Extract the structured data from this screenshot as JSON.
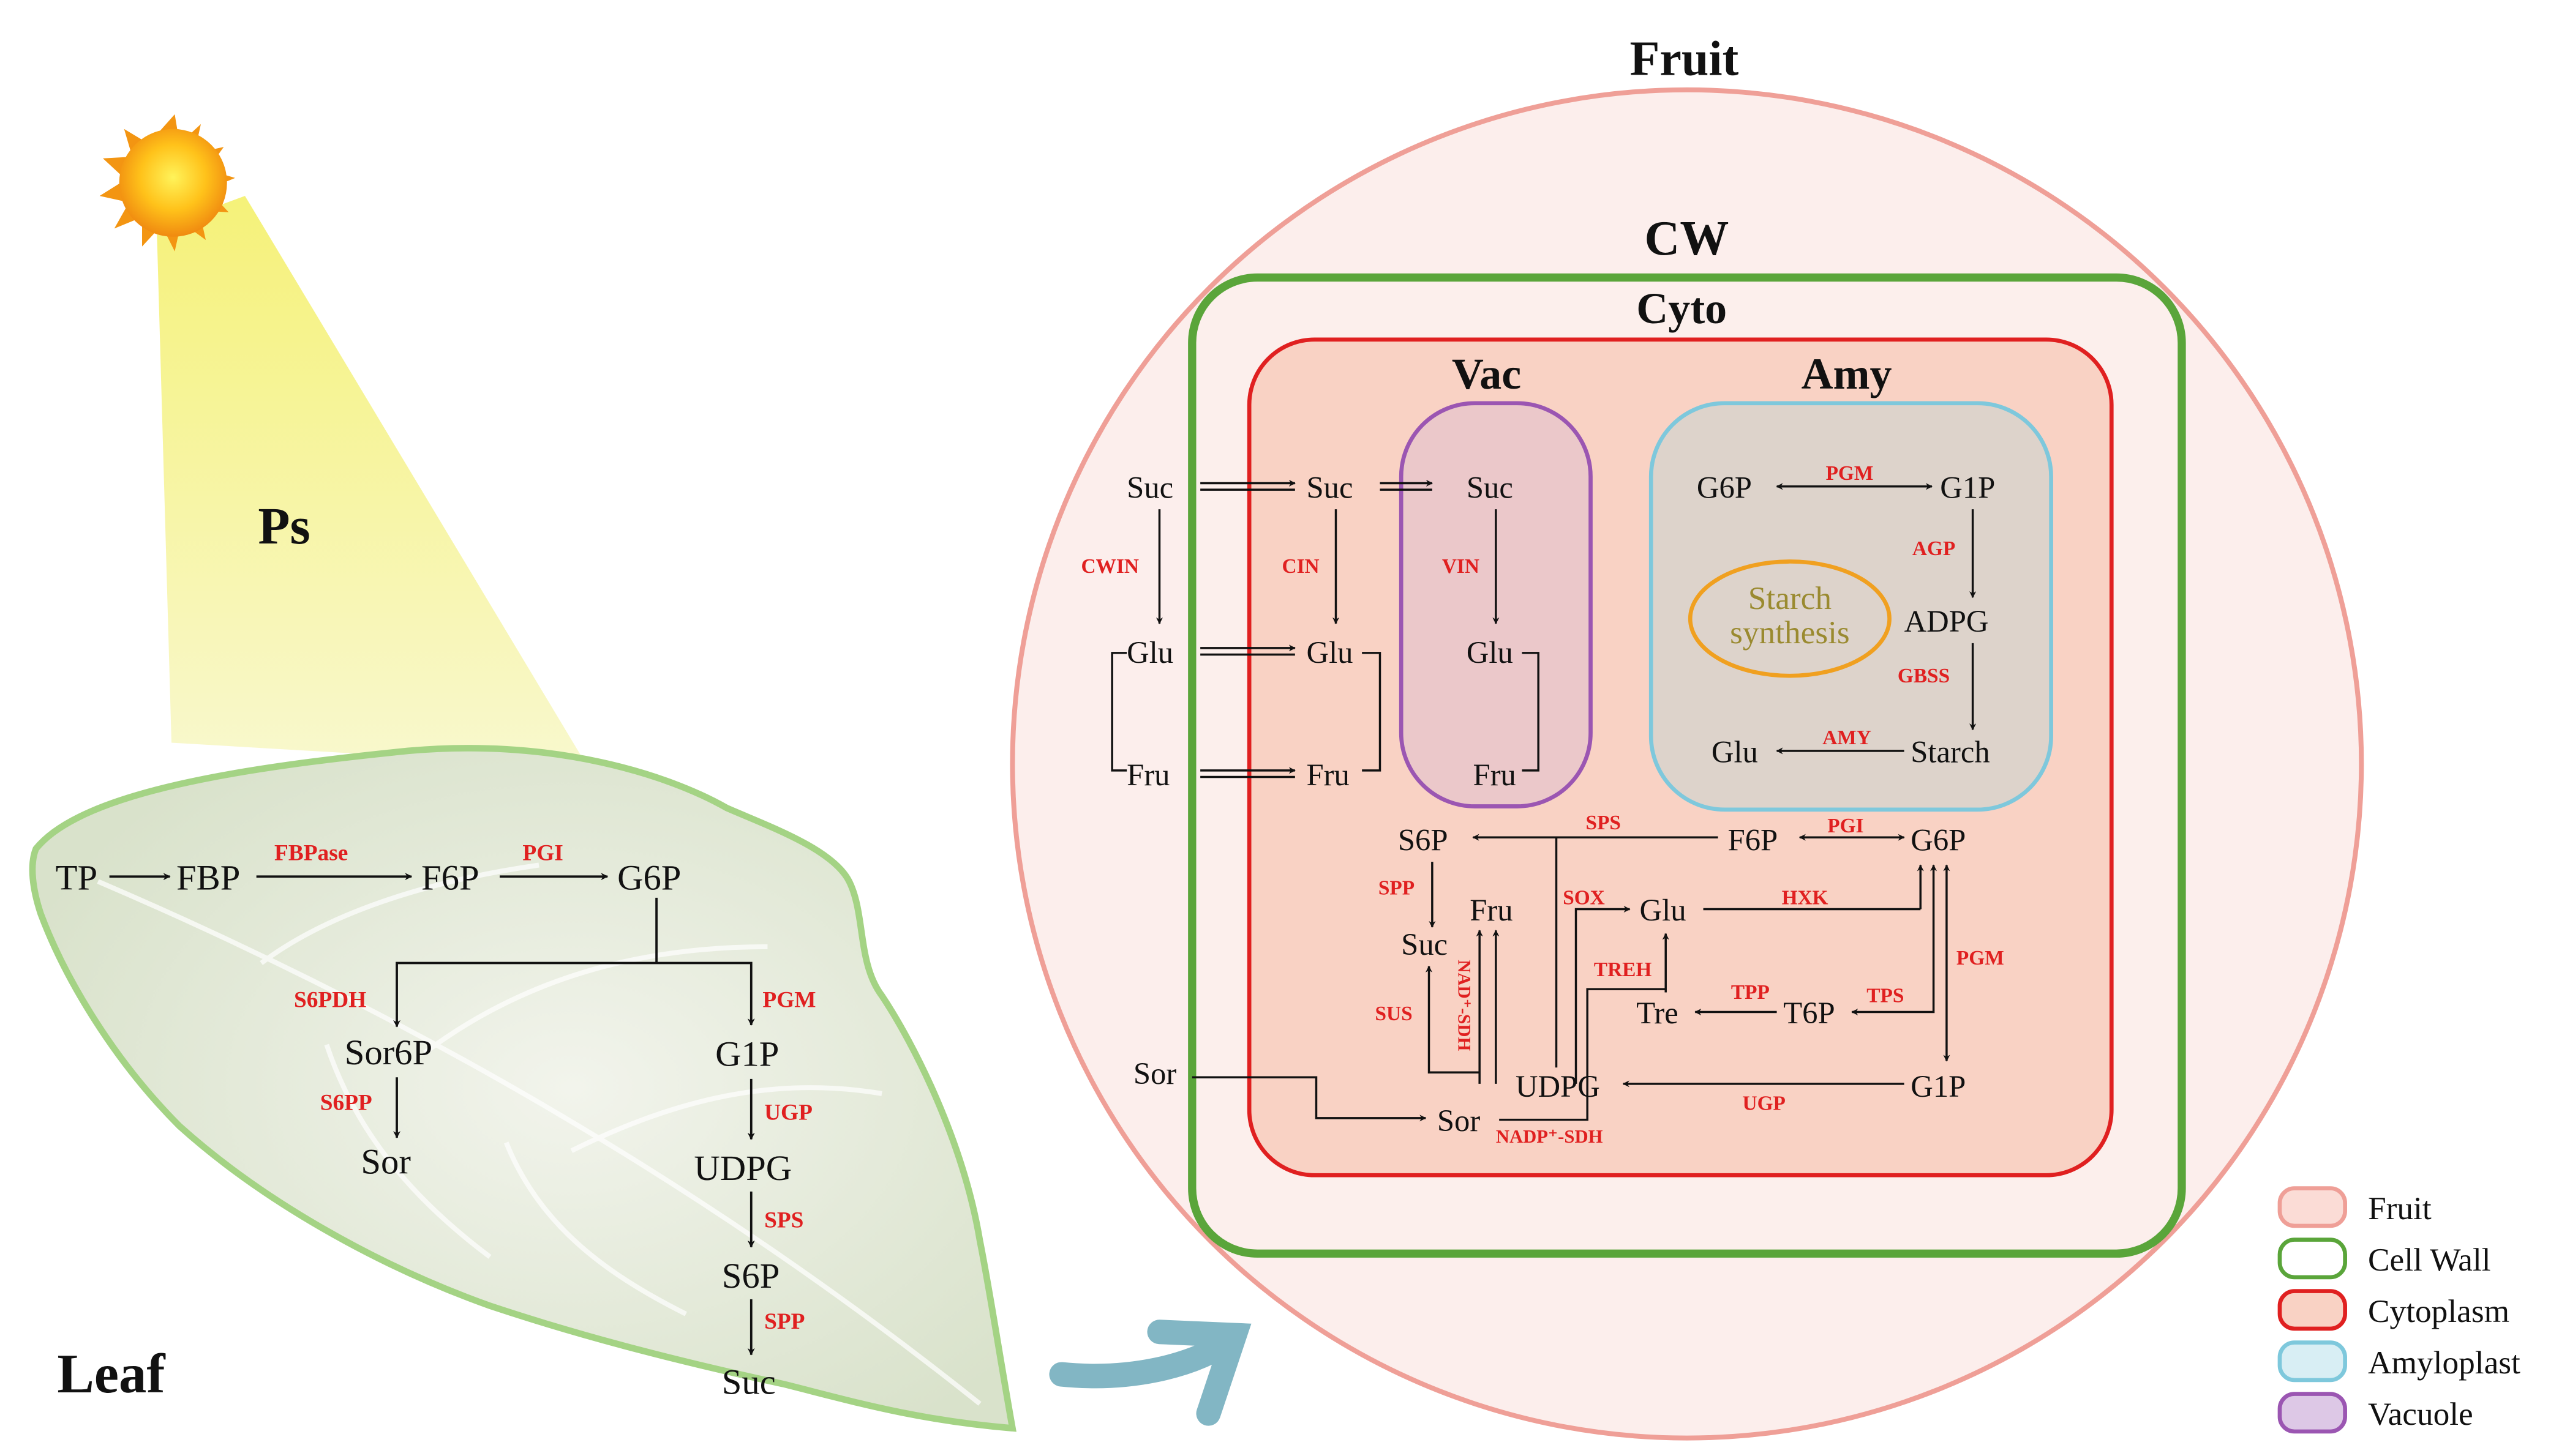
{
  "colors": {
    "enzyme": "#e02020",
    "text": "#111111",
    "fruit_fill": "#fceeec",
    "fruit_stroke": "#ef9f97",
    "cell_wall_stroke": "#5aa53a",
    "cytoplasm_fill": "#f9d2c4",
    "cytoplasm_stroke": "#e02020",
    "amyloplast_fill": "#ddd3cb",
    "amyloplast_stroke": "#7ec8dc",
    "vacuole_fill": "#ebc8ca",
    "vacuole_stroke": "#9b56b2",
    "starch_text": "#9a8a30",
    "starch_ring": "#f0a020",
    "leaf_fill": "#e6ebdd",
    "leaf_stroke": "#9fd07e",
    "beam": "#f2ef9a",
    "sun": "#f7a81b",
    "arrow_teal": "#82b6c4"
  },
  "leaf": {
    "sun_icon": "sun-icon",
    "ps_label": "Ps",
    "leaf_label": "Leaf",
    "metabolites": {
      "tp": "TP",
      "fbp": "FBP",
      "f6p": "F6P",
      "g6p": "G6P",
      "sor6p": "Sor6P",
      "sor": "Sor",
      "g1p": "G1P",
      "udpg": "UDPG",
      "s6p": "S6P",
      "suc": "Suc"
    },
    "enzymes": {
      "fbpase": "FBPase",
      "pgi": "PGI",
      "s6pdh": "S6PDH",
      "pgm": "PGM",
      "s6pp": "S6PP",
      "ugp": "UGP",
      "sps": "SPS",
      "spp": "SPP"
    }
  },
  "fruit": {
    "title": "Fruit",
    "cw_label": "CW",
    "cyto_label": "Cyto",
    "vac_label": "Vac",
    "amy_label": "Amy",
    "starch_synthesis_line1": "Starch",
    "starch_synthesis_line2": "synthesis",
    "metabolites": {
      "suc_apo": "Suc",
      "glu_apo": "Glu",
      "fru_apo": "Fru",
      "sor_apo": "Sor",
      "suc_cyto": "Suc",
      "glu_cyto": "Glu",
      "fru_cyto": "Fru",
      "suc_vac": "Suc",
      "glu_vac": "Glu",
      "fru_vac": "Fru",
      "g6p_amy": "G6P",
      "g1p_amy": "G1P",
      "adpg": "ADPG",
      "starch": "Starch",
      "glu_amy": "Glu",
      "s6p": "S6P",
      "f6p": "F6P",
      "g6p": "G6P",
      "suc2": "Suc",
      "fru2": "Fru",
      "glu2": "Glu",
      "tre": "Tre",
      "t6p": "T6P",
      "udpg": "UDPG",
      "g1p2": "G1P",
      "sor2": "Sor"
    },
    "enzymes": {
      "cwin": "CWIN",
      "cin": "CIN",
      "vin": "VIN",
      "pgm_amy": "PGM",
      "agp": "AGP",
      "gbss": "GBSS",
      "amy": "AMY",
      "sps": "SPS",
      "pgi": "PGI",
      "spp": "SPP",
      "sox": "SOX",
      "hxk": "HXK",
      "treh": "TREH",
      "tpp": "TPP",
      "tps": "TPS",
      "pgm": "PGM",
      "sus": "SUS",
      "nadp_sdh_v": "NAD⁺-SDH",
      "ugp": "UGP",
      "nadp_sdh": "NADP⁺-SDH"
    }
  },
  "legend": [
    {
      "label": "Fruit",
      "fill": "#fbdcd6",
      "stroke": "#ef9f97"
    },
    {
      "label": "Cell Wall",
      "fill": "#ffffff",
      "stroke": "#5aa53a"
    },
    {
      "label": "Cytoplasm",
      "fill": "#f9d2c4",
      "stroke": "#e02020"
    },
    {
      "label": "Amyloplast",
      "fill": "#d8eef4",
      "stroke": "#7ec8dc"
    },
    {
      "label": "Vacuole",
      "fill": "#ddc8e6",
      "stroke": "#9b56b2"
    }
  ]
}
